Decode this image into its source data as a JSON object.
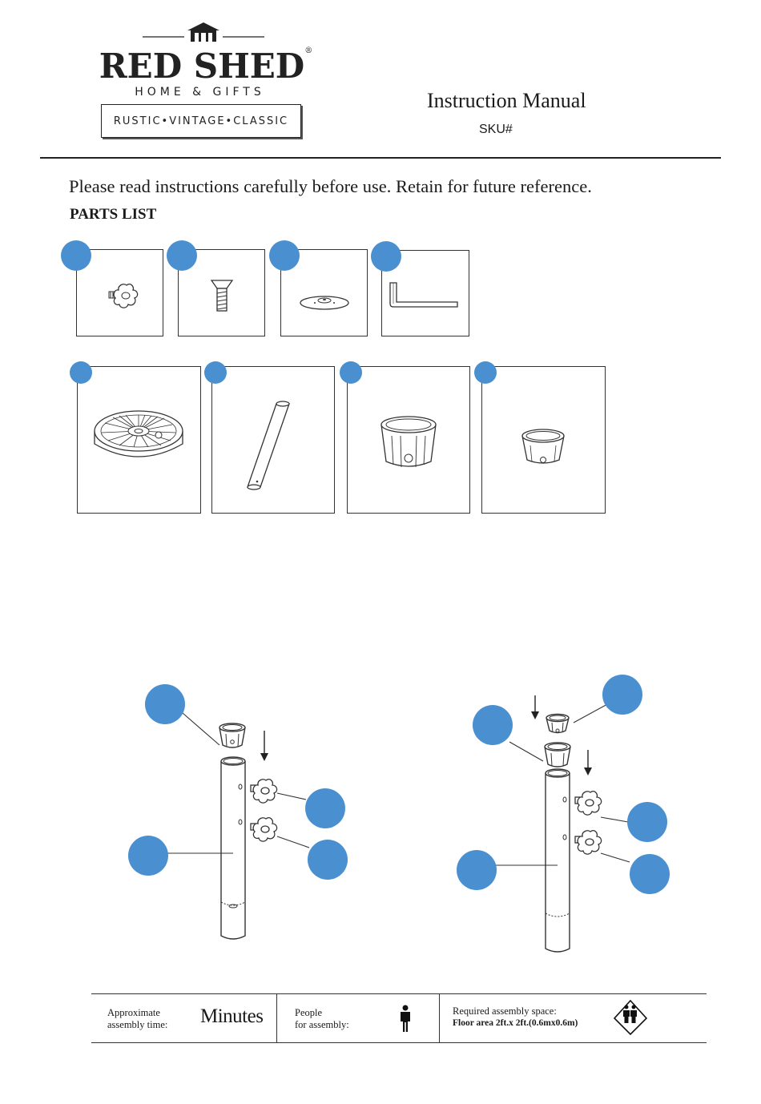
{
  "header": {
    "brand_name": "RED SHED",
    "brand_registered": "®",
    "brand_subtitle": "HOME & GIFTS",
    "brand_tagline": "RUSTIC•VINTAGE•CLASSIC",
    "manual_title": "Instruction Manual",
    "sku_label": "SKU#"
  },
  "intro": {
    "notice": "Please read instructions carefully before use. Retain for future reference.",
    "parts_heading": "PARTS LIST"
  },
  "parts_row1": [
    {
      "icon": "knob-screw-icon"
    },
    {
      "icon": "bolt-icon"
    },
    {
      "icon": "washer-plate-icon"
    },
    {
      "icon": "allen-key-icon"
    }
  ],
  "parts_row2": [
    {
      "icon": "umbrella-base-icon"
    },
    {
      "icon": "pole-tube-icon"
    },
    {
      "icon": "large-adapter-icon"
    },
    {
      "icon": "small-adapter-icon"
    }
  ],
  "footer": {
    "assembly_time_label_line1": "Approximate",
    "assembly_time_label_line2": "assembly time:",
    "assembly_time_value": "Minutes",
    "people_label_line1": "People",
    "people_label_line2": "for assembly:",
    "space_label": "Required assembly space:",
    "space_value": "Floor area 2ft.x 2ft.(0.6mx0.6m)"
  },
  "colors": {
    "badge": "#4a90d0",
    "ink": "#1a1a1a"
  }
}
